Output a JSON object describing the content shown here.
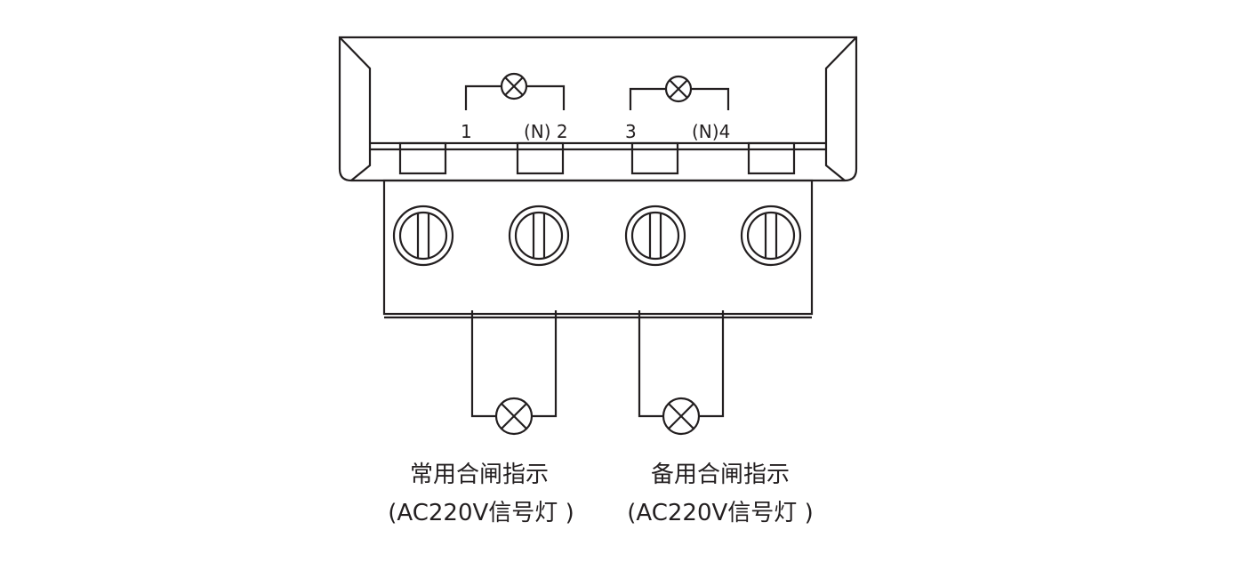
{
  "terminals": {
    "t1": "1",
    "t2": "(N) 2",
    "t3": "3",
    "t4": "(N)4"
  },
  "captions": {
    "normal_title": "常用合闸指示",
    "normal_sub": "(AC220V信号灯 )",
    "standby_title": "备用合闸指示",
    "standby_sub": "(AC220V信号灯 )"
  },
  "icons": {
    "lamp": "lamp-icon",
    "screw": "screw-terminal-icon"
  },
  "colors": {
    "line": "#231f20",
    "background": "#ffffff"
  }
}
